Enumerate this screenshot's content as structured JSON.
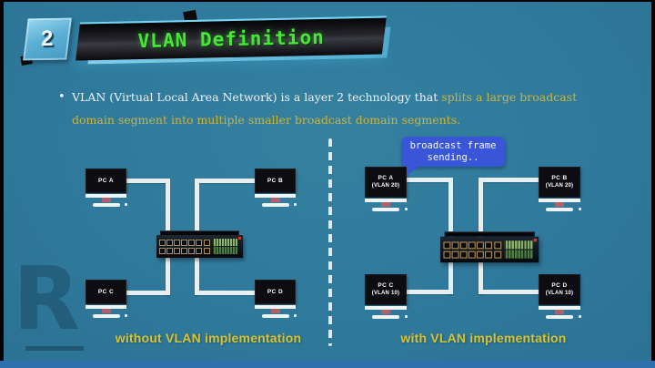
{
  "slide_number": "2",
  "header": {
    "title": "VLAN Definition"
  },
  "bullet": {
    "marker": "•",
    "text_white": "VLAN (Virtual Local Area Network) is a layer 2 technology that ",
    "text_highlight": "splits a large broadcast domain segment into multiple smaller broadcast domain segments."
  },
  "left_diagram": {
    "caption": "without VLAN implementation",
    "pcs": [
      {
        "label": "PC A"
      },
      {
        "label": "PC B"
      },
      {
        "label": "PC C"
      },
      {
        "label": "PC D"
      }
    ]
  },
  "right_diagram": {
    "caption": "with VLAN implementation",
    "tooltip": {
      "line1": "broadcast frame",
      "line2": "sending.."
    },
    "pcs": [
      {
        "label": "PC A",
        "vlan": "(VLAN 20)"
      },
      {
        "label": "PC B",
        "vlan": "(VLAN 20)"
      },
      {
        "label": "PC C",
        "vlan": "(VLAN 10)"
      },
      {
        "label": "PC D",
        "vlan": "(VLAN 10)"
      }
    ]
  },
  "watermark": {
    "glyph": "R"
  },
  "colors": {
    "background": "#2f7a9c",
    "title_green": "#49e53b",
    "highlight_yellow": "#c9b43c",
    "caption_yellow": "#d8c231",
    "tooltip_blue": "#3a56d8",
    "wire_white": "#e9eef1"
  }
}
